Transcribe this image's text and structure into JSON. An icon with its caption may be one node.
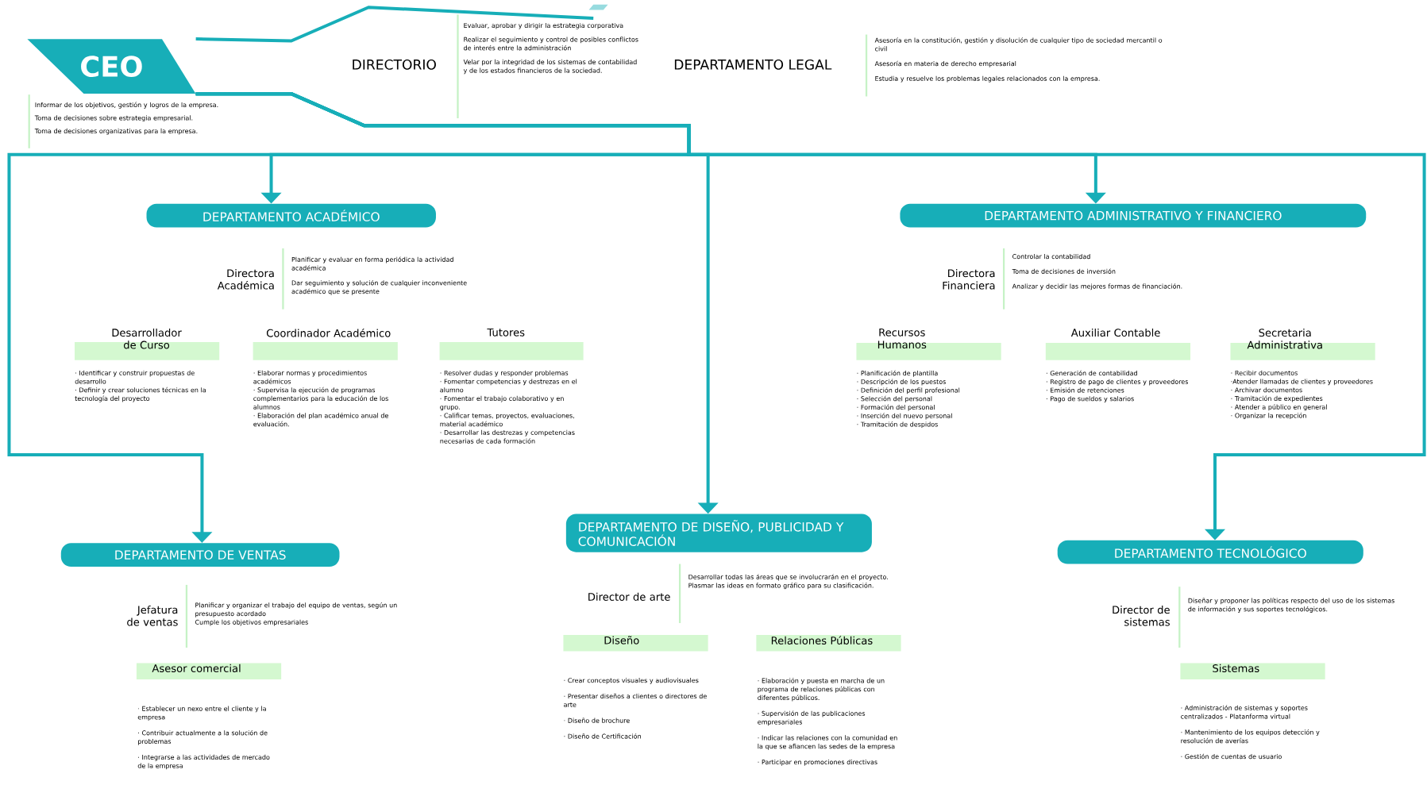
{
  "diagram": {
    "nodes": [
      {
        "text": [
          "CEO"
        ],
        "beside": [
          "Informar de los objetivos, gestión y logros de la empresa.",
          "Toma de decisiones sobre estrategia empresarial.",
          "Toma de decisiones organizativas para la empresa."
        ]
      },
      {
        "text": [
          "DIRECTORIO"
        ],
        "beside": [
          "Evaluar, aprobar y dirigir la estrategia corporativa",
          "Realizar el seguimiento y control de posibles conflictos de interés entre la administración",
          "Velar por la integridad de los sistemas de contabilidad y de los estados financieros de la sociedad."
        ]
      },
      {
        "text": [
          "DEPARTAMENTO LEGAL"
        ],
        "beside": [
          "Asesoría en la constitución, gestión y disolución de cualquier tipo de sociedad mercantil o civil",
          "Asesoría en materia de derecho empresarial",
          "Estudia y resuelve los problemas legales relacionados con la empresa."
        ]
      },
      {
        "text": [
          "DEPARTAMENTO ACADÉMICO"
        ]
      },
      {
        "text": [
          "Directora Académica"
        ],
        "beside": [
          "Planificar y evaluar en forma periódica la actividad académica",
          "Dar seguimiento y solución de cualquier inconveniente académico que se presente"
        ]
      },
      {
        "text": [
          "Desarrollador de Curso"
        ],
        "beside": [
          "· Identificar y construir propuestas de desarrollo",
          "· Definir y crear soluciones técnicas en la tecnología del proyecto"
        ]
      },
      {
        "text": [
          "Coordinador Académico"
        ],
        "beside": [
          "· Elaborar normas y procedimientos académicos",
          "· Supervisa la ejecución de programas complementarios para la educación de los alumnos",
          "· Elaboración del plan académico anual de evaluación."
        ]
      },
      {
        "text": [
          "Tutores"
        ],
        "beside": [
          "· Resolver dudas y responder problemas",
          "· Fomentar competencias y destrezas en el alumno",
          "· Fomentar el trabajo colaborativo y en grupo.",
          "· Calificar temas, proyectos, evaluaciones, material académico",
          "· Desarrollar las destrezas y competencias necesarias de cada formación"
        ]
      },
      {
        "text": [
          "DEPARTAMENTO ADMINISTRATIVO Y FINANCIERO"
        ]
      },
      {
        "text": [
          "Directora Financiera"
        ],
        "beside": [
          "Controlar la contabilidad",
          "Toma de decisiones de inversión",
          "Analizar y decidir las mejores formas de financiación."
        ]
      },
      {
        "text": [
          "Recursos Humanos"
        ],
        "beside": [
          "· Planificación de plantilla",
          "· Descripción de los puestos",
          "· Definición del perfil profesional",
          "· Selección del personal",
          "· Formación del personal",
          "· Inserción del nuevo personal",
          "· Tramitación de despidos"
        ]
      },
      {
        "text": [
          "Auxiliar Contable"
        ],
        "beside": [
          "· Generación de contabilidad",
          "· Registro de pago de clientes y proveedores",
          "· Emisión de retenciones",
          "· Pago de sueldos y salarios"
        ]
      },
      {
        "text": [
          "Secretaria Administrativa"
        ],
        "beside": [
          "· Recibir documentos",
          "·Atender llamadas de clientes y proveedores",
          "· Archivar documentos",
          "· Tramitación de expedientes",
          "· Atender a público en general",
          "· Organizar la recepción"
        ]
      },
      {
        "text": [
          "DEPARTAMENTO DE VENTAS"
        ]
      },
      {
        "text": [
          "Jefatura de ventas"
        ],
        "beside": [
          "Planificar y organizar el trabajo del equipo de ventas, según un presupuesto acordado",
          "Cumple los objetivos empresariales"
        ]
      },
      {
        "text": [
          "Asesor comercial"
        ],
        "beside": [
          "· Establecer un nexo entre el cliente y la empresa",
          "· Contribuir actualmente a la solución de problemas",
          "· Integrarse a las actividades de mercado de la empresa"
        ]
      },
      {
        "text": [
          "DEPARTAMENTO DE DISEÑO, PUBLICIDAD Y COMUNICACIÓN"
        ]
      },
      {
        "text": [
          "Director de arte"
        ],
        "beside": [
          "Desarrollar todas las áreas que se involucrarán en el proyecto.",
          "Plasmar las ideas en formato gráfico para su clasificación."
        ]
      },
      {
        "text": [
          "Diseño"
        ],
        "beside": [
          "· Crear conceptos visuales y audiovisuales",
          "· Presentar diseños a clientes o directores de arte",
          "· Diseño de brochure",
          "· Diseño de Certificación"
        ]
      },
      {
        "text": [
          "Relaciones Públicas"
        ],
        "beside": [
          "· Elaboración y puesta en marcha de un programa de relaciones públicas con diferentes públicos.",
          "· Supervisión de las publicaciones empresariales",
          "· Indicar las relaciones con la comunidad en la que se afiancen las sedes de la empresa",
          "· Participar en promociones directivas"
        ]
      },
      {
        "text": [
          "DEPARTAMENTO TECNOLÓGICO"
        ]
      },
      {
        "text": [
          "Director de sistemas"
        ],
        "beside": [
          "Diseñar y proponer las políticas respecto del uso de los sistemas de información y sus soportes tecnológicos."
        ]
      },
      {
        "text": [
          "Sistemas"
        ],
        "beside": [
          "· Administración de sistemas y soportes centralizados - Platanforma virtual",
          "· Mantenimiento de los equipos detección y resolución de averías",
          "· Gestión de cuentas de usuario"
        ]
      }
    ],
    "edges": [
      {
        "from": 0,
        "to": 3,
        "arrow": "to"
      },
      {
        "from": 0,
        "to": 8,
        "arrow": "to"
      },
      {
        "from": 0,
        "to": 13,
        "arrow": "to"
      },
      {
        "from": 0,
        "to": 16,
        "arrow": "to"
      },
      {
        "from": 0,
        "to": 20,
        "arrow": "to"
      },
      {
        "from": 0,
        "to": 1,
        "arrow": "none"
      }
    ]
  }
}
